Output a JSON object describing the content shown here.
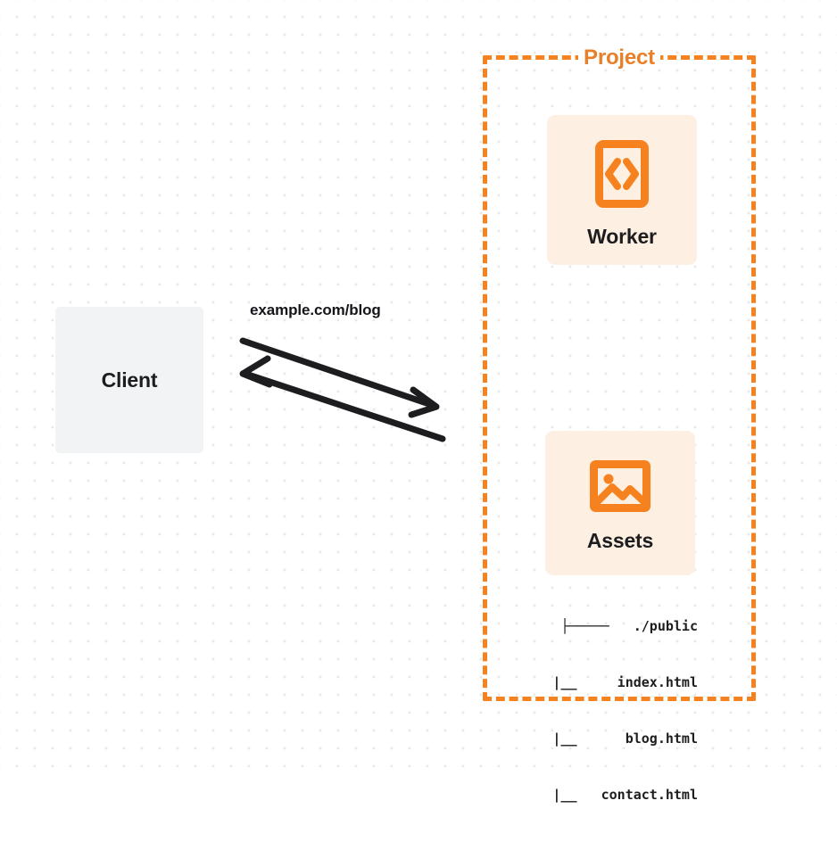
{
  "diagram": {
    "background": {
      "style": "dot-grid",
      "dot_color": "#e9e9ea",
      "page_color": "#ffffff"
    },
    "colors": {
      "accent_orange": "#f6821f",
      "title_orange": "#e8802a",
      "card_bg": "#fdf0e3",
      "client_bg": "#f1f3f5",
      "text_dark": "#1d1d1f"
    },
    "client": {
      "label": "Client"
    },
    "connection": {
      "label": "example.com/blog",
      "arrow_to_project": "request",
      "arrow_to_client": "response"
    },
    "project": {
      "title": "Project",
      "border_style": "dashed",
      "resources": [
        {
          "label": "Worker",
          "icon": "code-file-icon"
        },
        {
          "label": "Assets",
          "icon": "image-icon"
        }
      ],
      "file_tree": [
        "├─────   ./public",
        "    |__     index.html",
        "    |__      blog.html",
        "    |__   contact.html"
      ]
    }
  }
}
